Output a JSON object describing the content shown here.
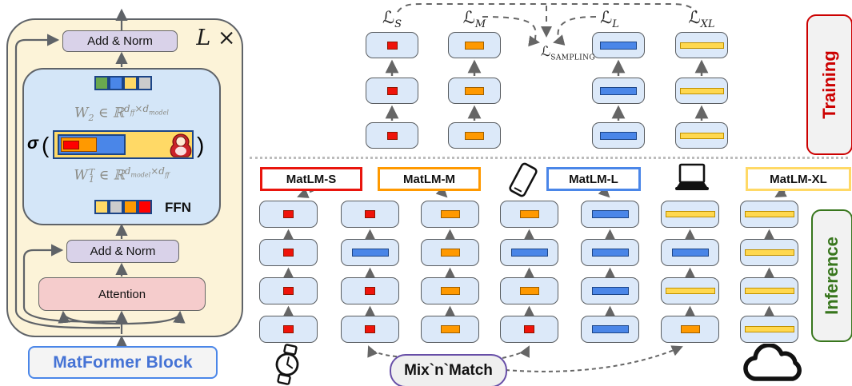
{
  "matformer": {
    "loop_label": "L ×",
    "add_norm_top": "Add & Norm",
    "add_norm_bottom": "Add & Norm",
    "attention": "Attention",
    "ffn": "FFN",
    "sigma": "σ",
    "paren_open": "(",
    "paren_close": ")",
    "caption": "MatFormer Block",
    "w2": {
      "base": "W",
      "base_sub": "2",
      "rel": " ∈ ℝ",
      "exp_a": "d",
      "exp_a_sub": "ff",
      "exp_times": "×",
      "exp_b": "d",
      "exp_b_sub": "model"
    },
    "w1": {
      "base": "W",
      "base_sub": "1",
      "base_sup": "T",
      "rel": " ∈ ℝ",
      "exp_a": "d",
      "exp_a_sub": "model",
      "exp_times": "×",
      "exp_b": "d",
      "exp_b_sub": "ff"
    },
    "top_squares": [
      "#6aa84f",
      "#4a86e8",
      "#ffd966",
      "#cccccc"
    ],
    "bottom_squares": [
      "#ffd966",
      "#cccccc",
      "#ff9900",
      "#ff0000"
    ],
    "nested_activation": {
      "outer": "yellow",
      "mid": "blue",
      "inner": "orange",
      "core": "red",
      "doll_icon": "matryoshka-doll-icon"
    }
  },
  "training": {
    "side_label": "Training",
    "losses": [
      {
        "sym": "ℒ",
        "sub": "S"
      },
      {
        "sym": "ℒ",
        "sub": "M"
      },
      {
        "sym": "ℒ",
        "sub": "L"
      },
      {
        "sym": "ℒ",
        "sub": "XL"
      }
    ],
    "sampling": {
      "sym": "ℒ",
      "sub": "SAMPLING"
    },
    "columns": [
      {
        "name": "S",
        "bars": [
          "S",
          "S",
          "S"
        ]
      },
      {
        "name": "M",
        "bars": [
          "M",
          "M",
          "M"
        ]
      },
      {
        "name": "L",
        "bars": [
          "L",
          "L",
          "L"
        ]
      },
      {
        "name": "XL",
        "bars": [
          "XL",
          "XL",
          "XL"
        ]
      }
    ]
  },
  "inference": {
    "side_label": "Inference",
    "tags": [
      {
        "label": "MatLM-S",
        "accent": "red"
      },
      {
        "label": "MatLM-M",
        "accent": "orange"
      },
      {
        "label": "MatLM-L",
        "accent": "blue"
      },
      {
        "label": "MatLM-XL",
        "accent": "yellow"
      }
    ],
    "mix_label": "Mix`n`Match",
    "columns": [
      {
        "bars": [
          "S",
          "S",
          "S",
          "S"
        ]
      },
      {
        "bars": [
          "S",
          "L",
          "S",
          "S"
        ]
      },
      {
        "bars": [
          "M",
          "M",
          "M",
          "M"
        ]
      },
      {
        "bars": [
          "M",
          "L",
          "M",
          "S"
        ]
      },
      {
        "bars": [
          "L",
          "L",
          "L",
          "L"
        ]
      },
      {
        "bars": [
          "XL",
          "L",
          "XL",
          "M"
        ]
      },
      {
        "bars": [
          "XL",
          "XL",
          "XL",
          "XL"
        ]
      }
    ],
    "device_icons": [
      "watch-icon",
      "phone-icon",
      "laptop-icon",
      "cloud-icon"
    ]
  },
  "colors": {
    "accents": {
      "red": "#e9150d",
      "orange": "#ff9900",
      "blue": "#4a86e8",
      "yellow": "#ffd966"
    },
    "bars": {
      "S": {
        "fill": "#ef130a",
        "stroke": "#8e1600"
      },
      "M": {
        "fill": "#ff9900",
        "stroke": "#9e5f00"
      },
      "L": {
        "fill": "#4a86e8",
        "stroke": "#1c4587"
      },
      "XL": {
        "fill": "#ffd84f",
        "stroke": "#bf9000"
      }
    },
    "block_fill": "#dce9f9",
    "block_border": "#595d61",
    "outer_fill": "#fcf3d8",
    "ffn_fill": "#d4e6f8",
    "addnorm_fill": "#d9d2e9",
    "attention_fill": "#f5cccc",
    "trapezoid_fill": "#f7c68f",
    "training_red": "#cc0000",
    "inference_green": "#38761d",
    "mix_border": "#674ea7",
    "caption_blue": "#4573d5",
    "arrow_grey": "#666666"
  }
}
